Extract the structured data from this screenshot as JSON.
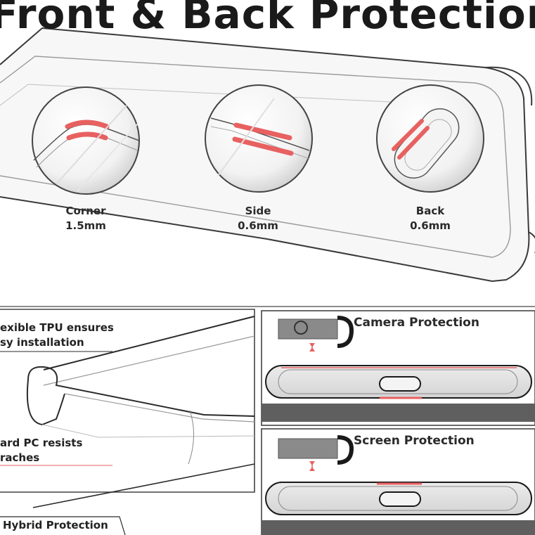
{
  "title": "Front & Back Protection",
  "zooms": [
    {
      "name": "Corner",
      "thickness": "1.5mm"
    },
    {
      "name": "Side",
      "thickness": "0.6mm"
    },
    {
      "name": "Back",
      "thickness": "0.6mm"
    }
  ],
  "left_panel": {
    "tpu_line1": "exible TPU ensures",
    "tpu_line2": "sy installation",
    "pc_line1": "ard PC resists",
    "pc_line2": "raches",
    "hybrid": "Hybrid Protection"
  },
  "right_panels": {
    "camera": "Camera Protection",
    "screen": "Screen Protection"
  },
  "colors": {
    "accent": "#e86060",
    "line": "#2a2a2a",
    "dark_bar": "#5f5f5f"
  }
}
